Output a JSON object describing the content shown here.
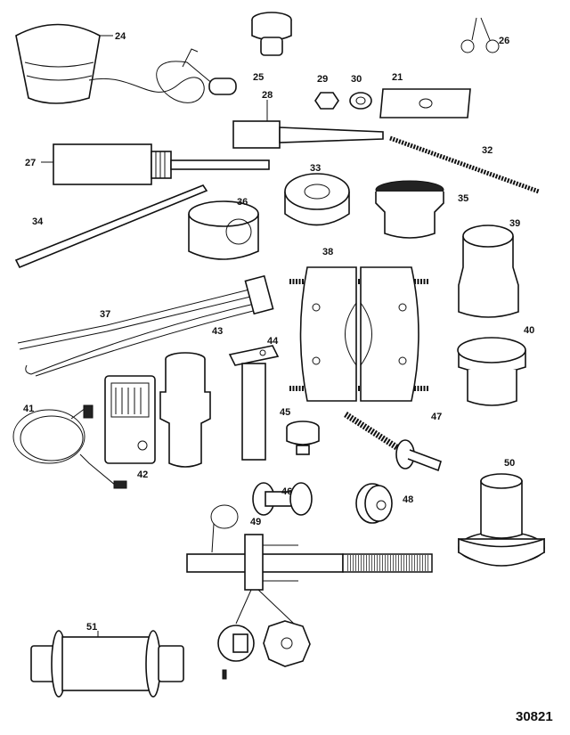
{
  "figure_number": "30821",
  "callouts": {
    "c21": "21",
    "c24": "24",
    "c25": "25",
    "c26": "26",
    "c27": "27",
    "c28": "28",
    "c29": "29",
    "c30": "30",
    "c32": "32",
    "c33": "33",
    "c34": "34",
    "c35": "35",
    "c36": "36",
    "c37": "37",
    "c38": "38",
    "c39": "39",
    "c40": "40",
    "c41": "41",
    "c42": "42",
    "c43": "43",
    "c44": "44",
    "c45": "45",
    "c46": "46",
    "c47": "47",
    "c48": "48",
    "c49": "49",
    "c50": "50",
    "c51": "51"
  }
}
